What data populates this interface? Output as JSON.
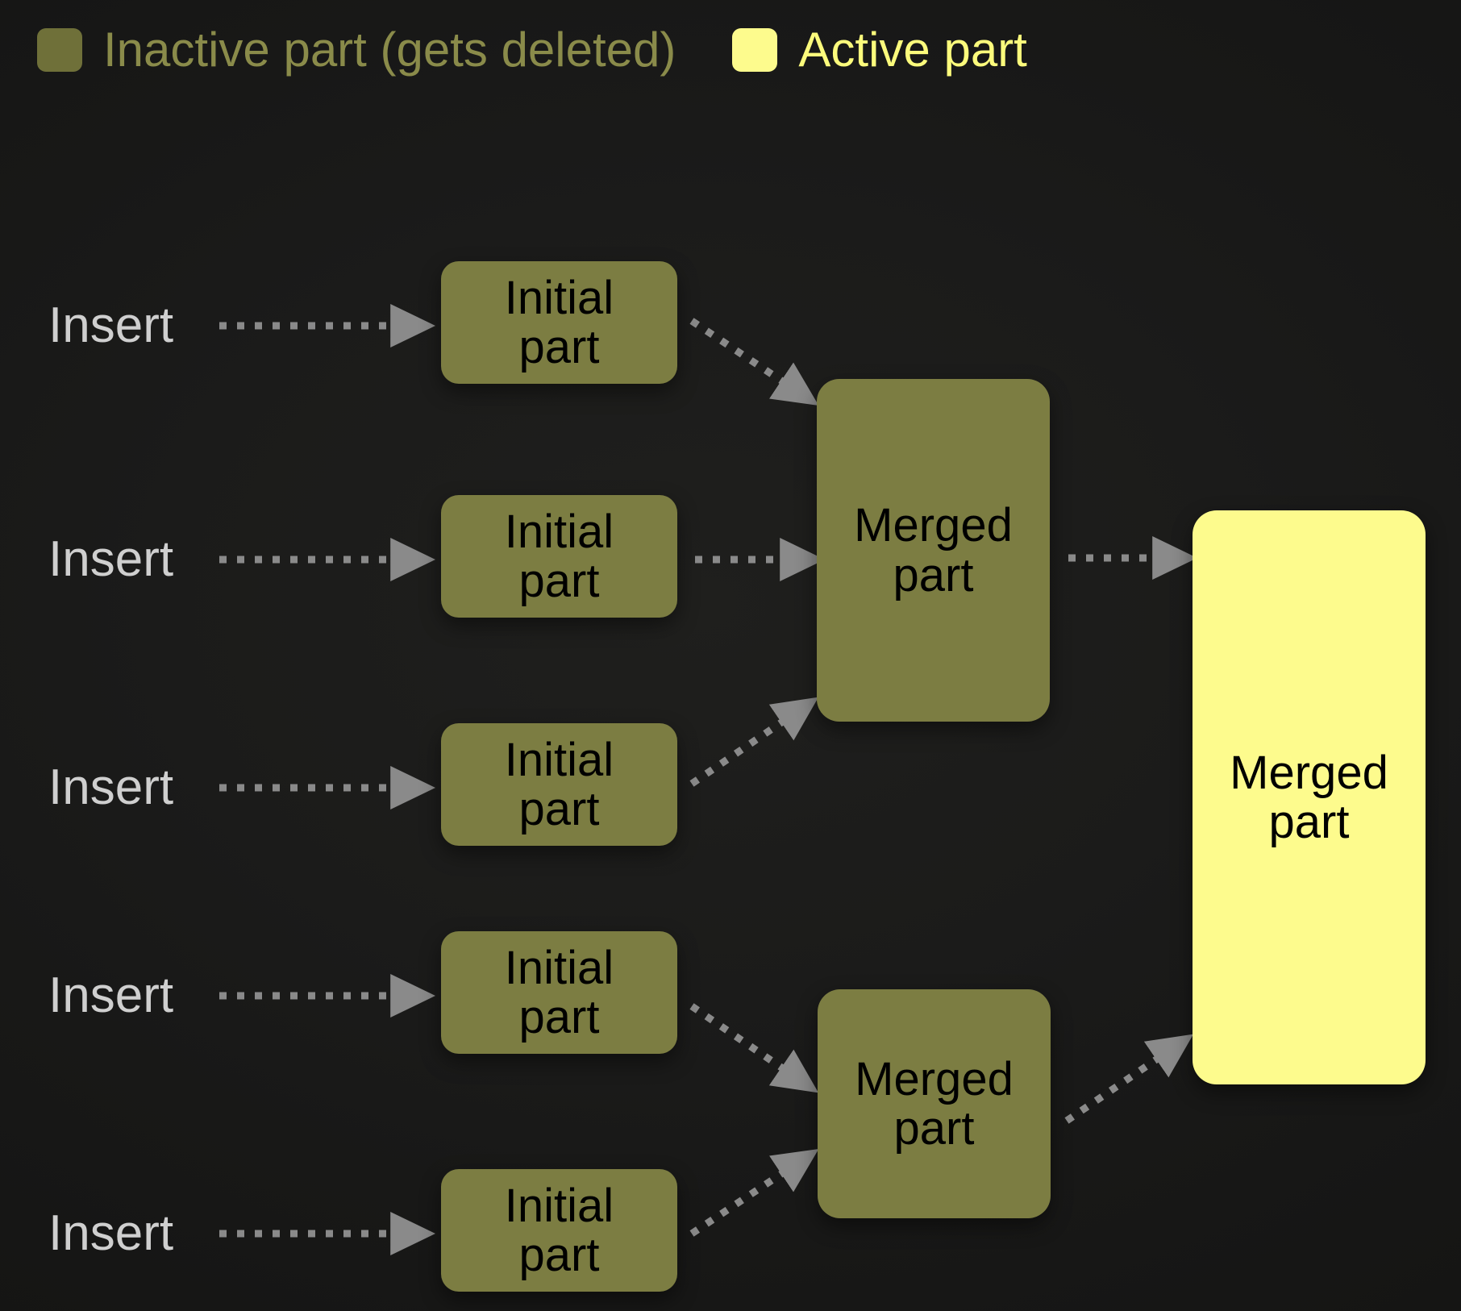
{
  "legend": {
    "items": [
      {
        "id": "inactive",
        "swatch_icon": "square-swatch-icon",
        "label": "Inactive part (gets deleted)",
        "color": "#6f7039",
        "text_color": "#8a8b4a"
      },
      {
        "id": "active",
        "swatch_icon": "square-swatch-icon",
        "label": "Active part",
        "color": "#fdfb8d",
        "text_color": "#fcfb7c"
      }
    ]
  },
  "colors": {
    "background": "#1a1a19",
    "inactive_fill": "#7c7d42",
    "active_fill": "#fdfb8d",
    "arrow": "#8a8a8a",
    "insert_text": "#cfcfcf",
    "node_text": "#000000"
  },
  "inserts": [
    {
      "label": "Insert"
    },
    {
      "label": "Insert"
    },
    {
      "label": "Insert"
    },
    {
      "label": "Insert"
    },
    {
      "label": "Insert"
    }
  ],
  "nodes": {
    "initial_parts": [
      {
        "line1": "Initial",
        "line2": "part",
        "state": "inactive"
      },
      {
        "line1": "Initial",
        "line2": "part",
        "state": "inactive"
      },
      {
        "line1": "Initial",
        "line2": "part",
        "state": "inactive"
      },
      {
        "line1": "Initial",
        "line2": "part",
        "state": "inactive"
      },
      {
        "line1": "Initial",
        "line2": "part",
        "state": "inactive"
      }
    ],
    "merged_parts": [
      {
        "line1": "Merged",
        "line2": "part",
        "state": "inactive"
      },
      {
        "line1": "Merged",
        "line2": "part",
        "state": "inactive"
      }
    ],
    "final_part": {
      "line1": "Merged",
      "line2": "part",
      "state": "active"
    }
  },
  "edges": [
    {
      "from": "insert-1",
      "to": "initial-part-1",
      "style": "dotted-arrow"
    },
    {
      "from": "insert-2",
      "to": "initial-part-2",
      "style": "dotted-arrow"
    },
    {
      "from": "insert-3",
      "to": "initial-part-3",
      "style": "dotted-arrow"
    },
    {
      "from": "insert-4",
      "to": "initial-part-4",
      "style": "dotted-arrow"
    },
    {
      "from": "insert-5",
      "to": "initial-part-5",
      "style": "dotted-arrow"
    },
    {
      "from": "initial-part-1",
      "to": "merged-part-1",
      "style": "dotted-arrow"
    },
    {
      "from": "initial-part-2",
      "to": "merged-part-1",
      "style": "dotted-arrow"
    },
    {
      "from": "initial-part-3",
      "to": "merged-part-1",
      "style": "dotted-arrow"
    },
    {
      "from": "initial-part-4",
      "to": "merged-part-2",
      "style": "dotted-arrow"
    },
    {
      "from": "initial-part-5",
      "to": "merged-part-2",
      "style": "dotted-arrow"
    },
    {
      "from": "merged-part-1",
      "to": "final-merged-part",
      "style": "dotted-arrow"
    },
    {
      "from": "merged-part-2",
      "to": "final-merged-part",
      "style": "dotted-arrow"
    }
  ]
}
